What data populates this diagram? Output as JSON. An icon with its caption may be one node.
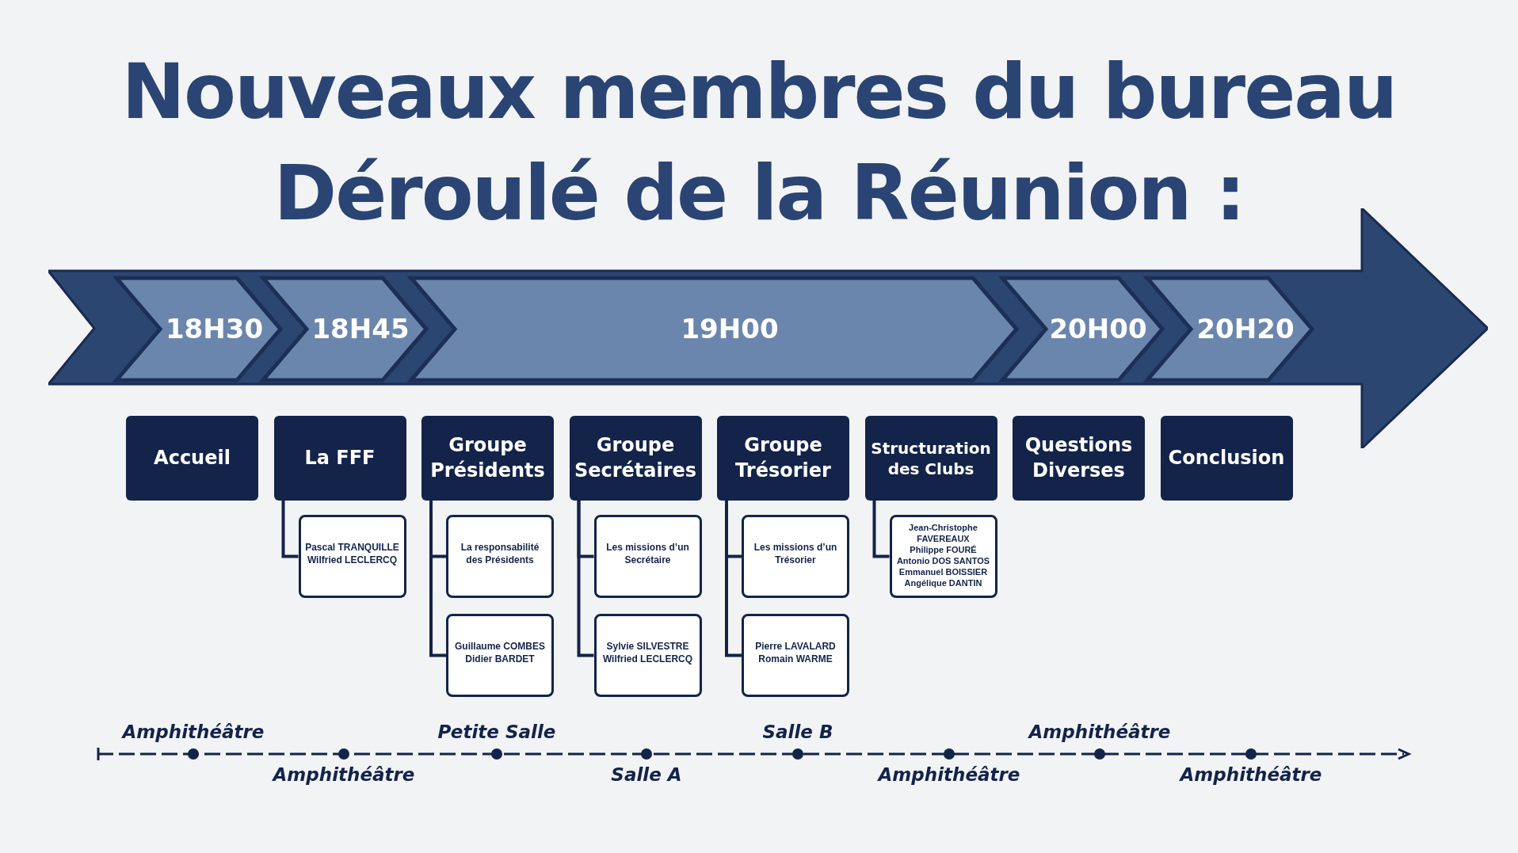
{
  "diagram": {
    "title": "Nouveaux membres du bureau",
    "nodes": [
      {
        "text": [],
        "shape": "arrow"
      },
      {
        "text": [
          "18H30"
        ],
        "in": 0
      },
      {
        "text": [
          "18H45"
        ],
        "in": 0
      },
      {
        "text": [
          "19H00"
        ],
        "in": 0
      },
      {
        "text": [
          "20H00"
        ],
        "in": 0
      },
      {
        "text": [
          "20H20"
        ],
        "in": 0
      },
      {
        "text": [
          "Accueil"
        ]
      },
      {
        "text": [
          "La FFF"
        ]
      },
      {
        "text": [
          "Groupe Présidents"
        ]
      },
      {
        "text": [
          "Groupe Secrétaires"
        ]
      },
      {
        "text": [
          "Groupe Trésorier"
        ]
      },
      {
        "text": [
          "Structuration des Clubs"
        ]
      },
      {
        "text": [
          "Questions Diverses"
        ]
      },
      {
        "text": [
          "Conclusion"
        ]
      },
      {
        "text": [
          "Pascal TRANQUILLE",
          "Wilfried LECLERCQ"
        ]
      },
      {
        "text": [
          "La responsabilité des Présidents"
        ]
      },
      {
        "text": [
          "Guillaume COMBES",
          "Didier BARDET"
        ]
      },
      {
        "text": [
          "Les missions d’un Secrétaire"
        ]
      },
      {
        "text": [
          "Sylvie SILVESTRE",
          "Wilfried LECLERCQ"
        ]
      },
      {
        "text": [
          "Les missions d’un Trésorier"
        ]
      },
      {
        "text": [
          "Pierre LAVALARD",
          "Romain WARME"
        ]
      },
      {
        "text": [
          "Jean-Christophe FAVEREAUX",
          "Philippe FOURÉ",
          "Antonio DOS SANTOS",
          "Emmanuel BOISSIER",
          "Angélique DANTIN"
        ]
      }
    ],
    "edges": [
      {
        "from": 7,
        "to": 14,
        "arrow": "none"
      },
      {
        "from": 8,
        "to": 15,
        "arrow": "none"
      },
      {
        "from": 8,
        "to": 16,
        "arrow": "none"
      },
      {
        "from": 9,
        "to": 17,
        "arrow": "none"
      },
      {
        "from": 9,
        "to": 18,
        "arrow": "none"
      },
      {
        "from": 10,
        "to": 19,
        "arrow": "none"
      },
      {
        "from": 10,
        "to": 20,
        "arrow": "none"
      },
      {
        "from": 11,
        "to": 21,
        "arrow": "none"
      }
    ],
    "labels": [
      "Déroulé de la Réunion :",
      "Amphithéâtre",
      "Amphithéâtre",
      "Petite Salle",
      "Salle A",
      "Salle B",
      "Amphithéâtre",
      "Amphithéâtre",
      "Amphithéâtre"
    ]
  }
}
